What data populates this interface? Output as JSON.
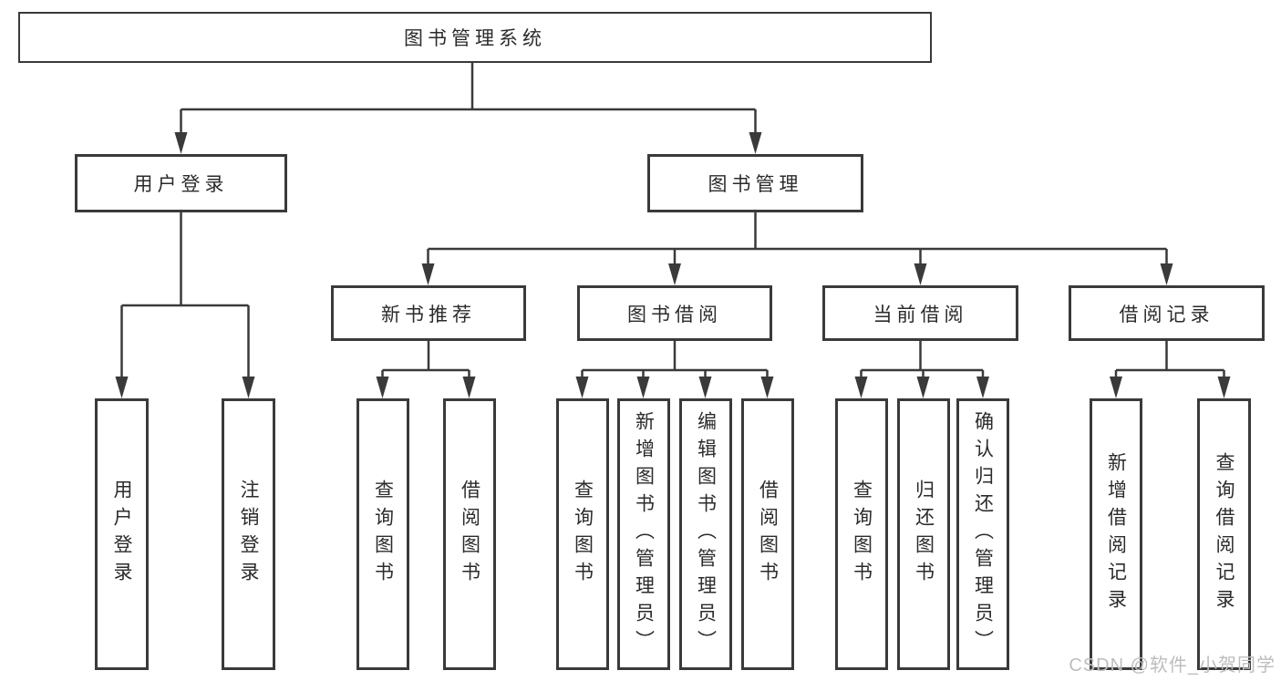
{
  "watermark": "CSDN @软件_小贺同学",
  "colors": {
    "background": "#ffffff",
    "line": "#3a3a3a",
    "text": "#2b2b2b",
    "watermark": "#bdbdbd"
  },
  "tree": {
    "root": {
      "label": "图书管理系统",
      "children": [
        {
          "label": "用户登录",
          "children": [
            {
              "label": "用户登录"
            },
            {
              "label": "注销登录"
            }
          ]
        },
        {
          "label": "图书管理",
          "children": [
            {
              "label": "新书推荐",
              "children": [
                {
                  "label": "查询图书"
                },
                {
                  "label": "借阅图书"
                }
              ]
            },
            {
              "label": "图书借阅",
              "children": [
                {
                  "label": "查询图书"
                },
                {
                  "label": "新增图书（管理员）"
                },
                {
                  "label": "编辑图书（管理员）"
                },
                {
                  "label": "借阅图书"
                }
              ]
            },
            {
              "label": "当前借阅",
              "children": [
                {
                  "label": "查询图书"
                },
                {
                  "label": "归还图书"
                },
                {
                  "label": "确认归还（管理员）"
                }
              ]
            },
            {
              "label": "借阅记录",
              "children": [
                {
                  "label": "新增借阅记录"
                },
                {
                  "label": "查询借阅记录"
                }
              ]
            }
          ]
        }
      ]
    }
  }
}
